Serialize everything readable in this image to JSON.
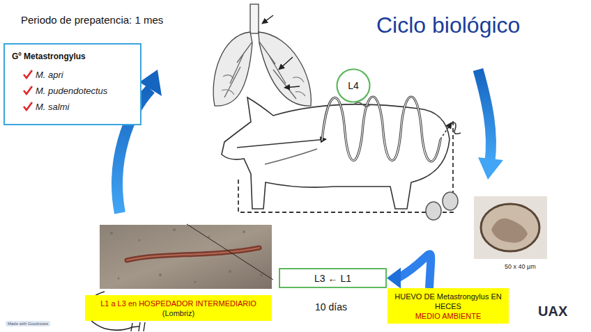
{
  "diagram": {
    "title": "Ciclo biológico",
    "nodes": [
      {
        "text": [
          "Gº Metastrongylus",
          "M. apri",
          "M. pudendotectus",
          "M. salmi"
        ]
      },
      {
        "text": [
          "L4"
        ]
      },
      {
        "text": [
          "L1 a L3 en HOSPEDADOR INTERMEDIARIO",
          "(Lombriz)"
        ]
      },
      {
        "text": [
          "L3 ← L1"
        ]
      },
      {
        "text": [
          "HUEVO DE Metastrongylus EN HECES",
          "MEDIO AMBIENTE"
        ]
      }
    ],
    "edges": [
      {
        "from": 4,
        "to": 3,
        "arrow": "to"
      }
    ],
    "labels": [
      "Periodo de prepatencia: 1 mes",
      "10 días",
      "50 x 40 µm",
      "UAX",
      "Made with Goodnotes"
    ]
  }
}
